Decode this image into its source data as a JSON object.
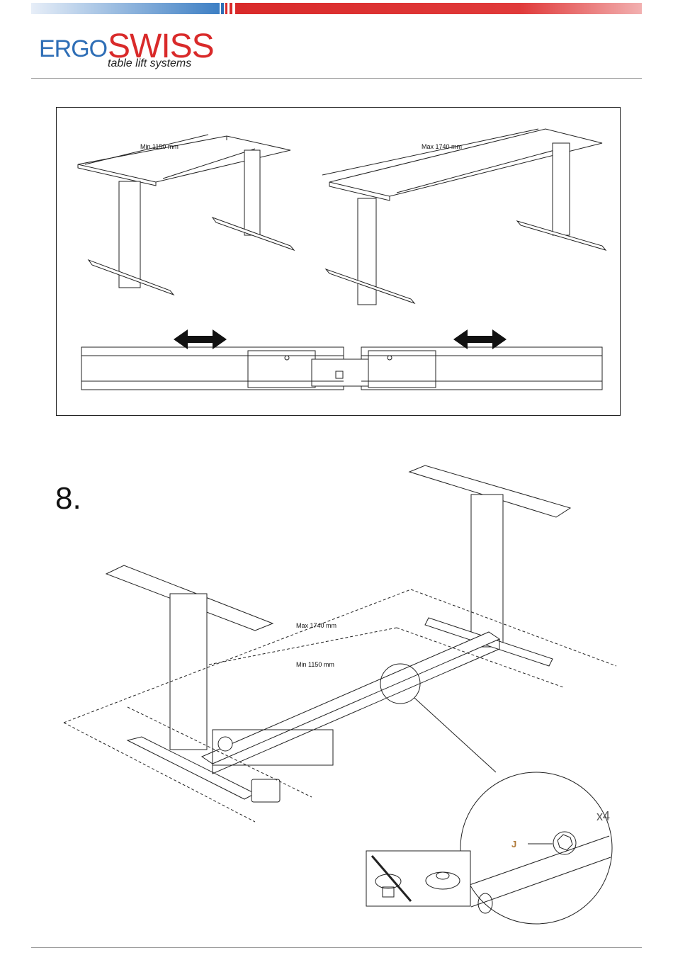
{
  "header": {
    "logo_left": "ERGO",
    "logo_right": "SWISS",
    "tagline": "table lift systems",
    "accent_blue": "#2e6eb6",
    "accent_red": "#d92a2a"
  },
  "figure1": {
    "min_label": "Min 1150 mm",
    "max_label": "Max 1740 mm"
  },
  "step": {
    "number": "8.",
    "max_label": "Max 1740 mm",
    "min_label": "Min 1150 mm",
    "detail_quantity": "x4",
    "part_letter": "J"
  }
}
